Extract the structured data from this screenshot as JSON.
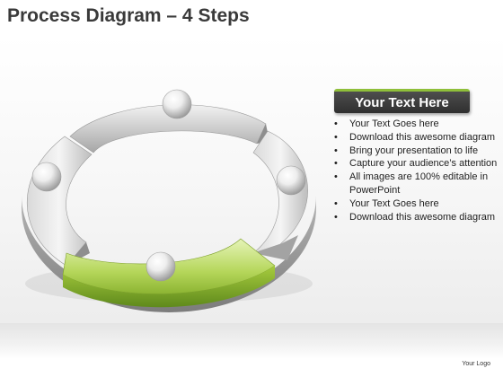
{
  "slide": {
    "title": "Process Diagram – 4  Steps",
    "footer": "Your Logo"
  },
  "diagram": {
    "steps": 4,
    "highlighted_segment": "bottom",
    "colors": {
      "segment_gray_light": "#e6e6e6",
      "segment_gray_dark": "#8c8c8c",
      "segment_green_light": "#d8ec9a",
      "segment_green_dark": "#6f9a24",
      "ball": "#ffffff"
    }
  },
  "panel": {
    "heading": "Your Text Here",
    "bullets": [
      "Your Text Goes here",
      "Download this awesome diagram",
      "Bring your presentation to life",
      "Capture your audience’s attention",
      "All images are 100% editable in PowerPoint",
      "Your Text Goes here",
      "Download this awesome diagram"
    ]
  }
}
